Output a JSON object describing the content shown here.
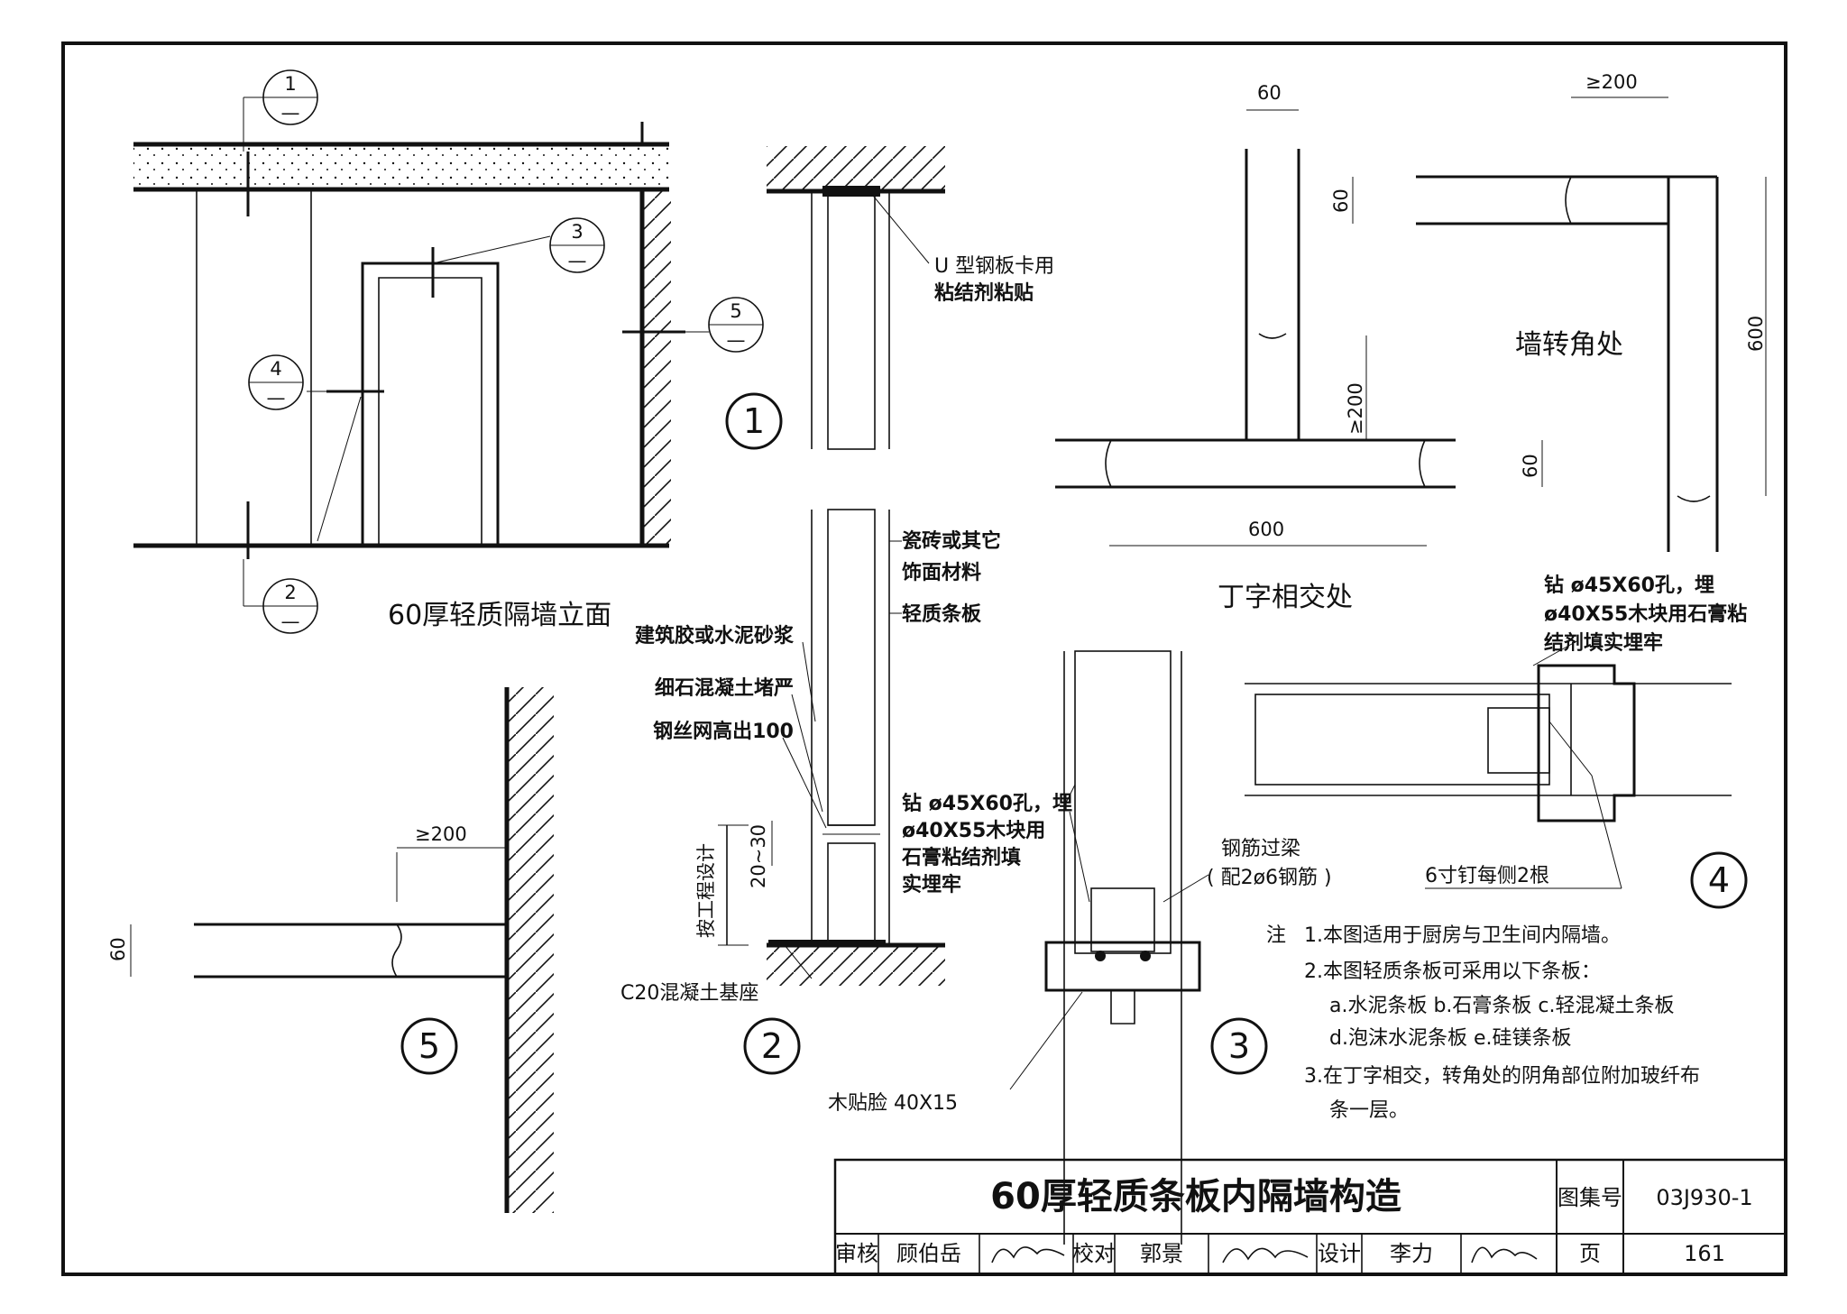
{
  "elevation": {
    "title": "60厚轻质隔墙立面",
    "callouts": [
      {
        "num": "1",
        "sub": "—"
      },
      {
        "num": "2",
        "sub": "—"
      },
      {
        "num": "3",
        "sub": "—"
      },
      {
        "num": "4",
        "sub": "—"
      },
      {
        "num": "5",
        "sub": "—"
      }
    ]
  },
  "detail1": {
    "number": "1",
    "label_line1": "U 型钢板卡用",
    "label_line2": "粘结剂粘贴"
  },
  "detail2": {
    "number": "2",
    "labels_right": [
      "瓷砖或其它",
      "饰面材料",
      "轻质条板"
    ],
    "labels_left": [
      "建筑胶或水泥砂浆",
      "细石混凝土堵严",
      "钢丝网高出100"
    ],
    "dim_vertical": "按工程设计",
    "dim_small": "20~30",
    "base_label": "C20混凝土基座"
  },
  "detail3": {
    "number": "3",
    "drill_note": [
      "钻 ø45X60孔，埋",
      "ø40X55木块用",
      "石膏粘结剂填",
      "实埋牢"
    ],
    "lintel_note": [
      "钢筋过梁",
      "( 配2ø6钢筋 )"
    ],
    "trim_label": "木贴脸 40X15"
  },
  "detail4": {
    "number": "4",
    "drill_note": [
      "钻 ø45X60孔，埋",
      "ø40X55木块用石膏粘",
      "结剂填实埋牢"
    ],
    "nail_label": "6寸钉每侧2根"
  },
  "detail5": {
    "number": "5",
    "dim_top": "≥200",
    "dim_side": "60"
  },
  "t_junction": {
    "caption": "丁字相交处",
    "dim_top": "60",
    "dim_vertical": "≥200",
    "dim_side": "60",
    "dim_bottom": "600"
  },
  "corner": {
    "caption": "墙转角处",
    "dim_top": "≥200",
    "dim_side_top": "60",
    "dim_right": "600"
  },
  "notes": {
    "prefix": "注",
    "lines": [
      "1.本图适用于厨房与卫生间内隔墙。",
      "2.本图轻质条板可采用以下条板：",
      "a.水泥条板  b.石膏条板  c.轻混凝土条板",
      "d.泡沫水泥条板  e.硅镁条板",
      "3.在丁字相交，转角处的阴角部位附加玻纤布",
      "条一层。"
    ]
  },
  "title_block": {
    "title": "60厚轻质条板内隔墙构造",
    "atlas_label": "图集号",
    "atlas_value": "03J930-1",
    "review_label": "审核",
    "reviewer": "顾伯岳",
    "check_label": "校对",
    "checker": "郭景",
    "design_label": "设计",
    "designer": "李力",
    "page_label": "页",
    "page_value": "161"
  }
}
